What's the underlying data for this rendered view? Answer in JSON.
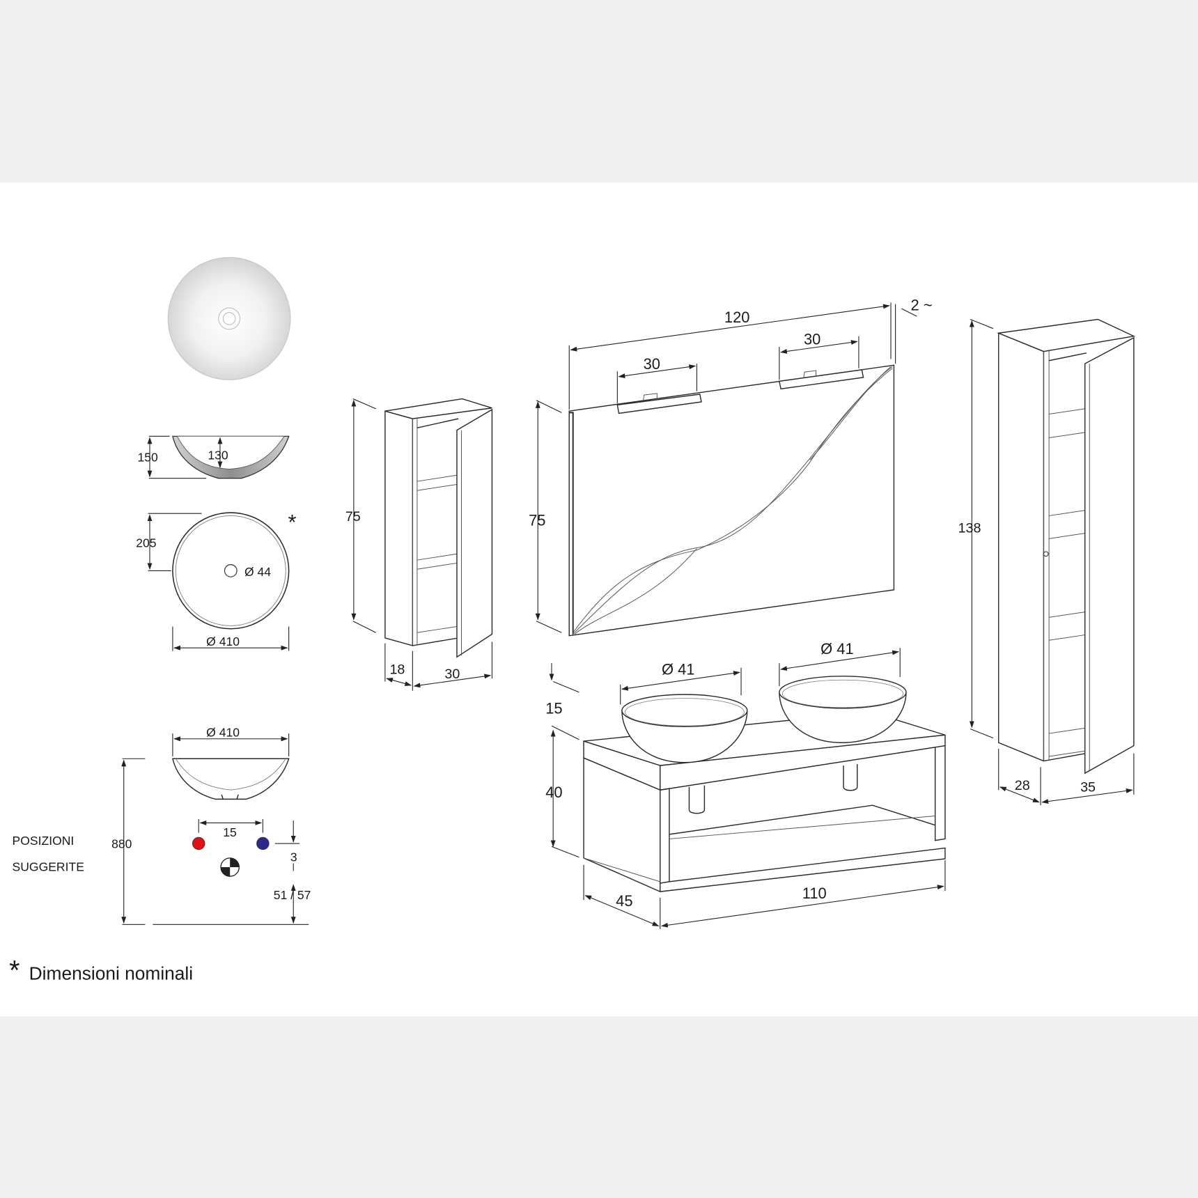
{
  "colors": {
    "background": "#efefef",
    "sheet": "#ffffff",
    "line": "#2a2a2a",
    "hot_water": "#e3101a",
    "cold_water": "#2b2a8c"
  },
  "basin_views": {
    "side_height": "150",
    "inner_depth": "130",
    "drain_offset": "205",
    "drain_diameter": "Ø 44",
    "diameter_top": "Ø 410",
    "nominal_marker": "*",
    "install_diameter": "Ø 410"
  },
  "install": {
    "label_line1": "POSIZIONI",
    "label_line2": "SUGGERITE",
    "floor_height": "880",
    "tap_spacing": "15",
    "tap_offset": "3",
    "waste_height": "51 / 57",
    "hot_icon": "hot-water-dot",
    "cold_icon": "cold-water-dot",
    "waste_icon": "waste-outlet-symbol"
  },
  "wall_cabinet": {
    "height": "75",
    "depth": "18",
    "width": "30"
  },
  "mirror": {
    "width": "120",
    "height": "75",
    "thickness": "2 ~",
    "lamp_left": "30",
    "lamp_right": "30"
  },
  "vanity": {
    "basin_left": "Ø 41",
    "basin_right": "Ø 41",
    "top_thickness": "15",
    "height": "40",
    "depth": "45",
    "width": "110"
  },
  "tall_cabinet": {
    "height": "138",
    "depth": "28",
    "width": "35"
  },
  "footnote": {
    "marker": "*",
    "text": "Dimensioni nominali"
  }
}
